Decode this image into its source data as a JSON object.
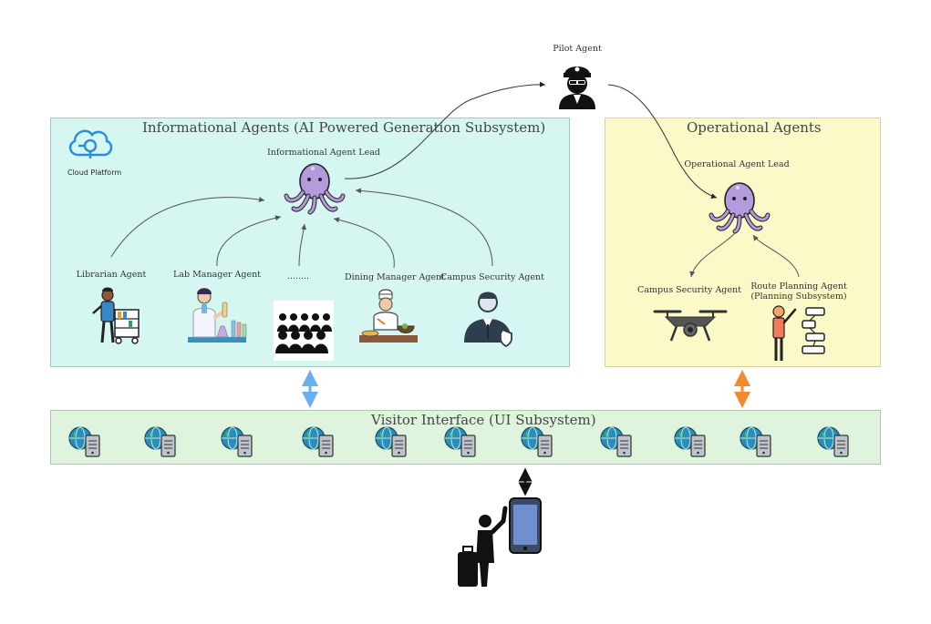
{
  "pilot": {
    "label": "Pilot Agent"
  },
  "informational": {
    "title": "Informational Agents (AI Powered Generation Subsystem)",
    "cloud_label": "Cloud Platform",
    "lead_label": "Informational Agent Lead",
    "agents": [
      {
        "label": "Librarian Agent",
        "icon": "librarian-icon"
      },
      {
        "label": "Lab Manager Agent",
        "icon": "lab-scientist-icon"
      },
      {
        "label": "........",
        "icon": "crowd-icon"
      },
      {
        "label": "Dining Manager Agent",
        "icon": "chef-icon"
      },
      {
        "label": "Campus Security Agent",
        "icon": "security-officer-icon"
      }
    ]
  },
  "operational": {
    "title": "Operational Agents",
    "lead_label": "Operational Agent Lead",
    "agents": [
      {
        "label": "Campus Security Agent",
        "icon": "drone-icon"
      },
      {
        "label_line1": "Route Planning Agent",
        "label_line2": "(Planning Subsystem)",
        "icon": "route-planner-icon"
      }
    ]
  },
  "visitor": {
    "title": "Visitor Interface (UI Subsystem)",
    "server_count": 11
  },
  "colors": {
    "info_panel": "#d6f6f1",
    "ops_panel": "#fbf9c8",
    "visitor_panel": "#def4dc",
    "octopus": "#b49bdc",
    "info_arrow": "#6aaef2",
    "ops_arrow": "#f28a2e"
  }
}
